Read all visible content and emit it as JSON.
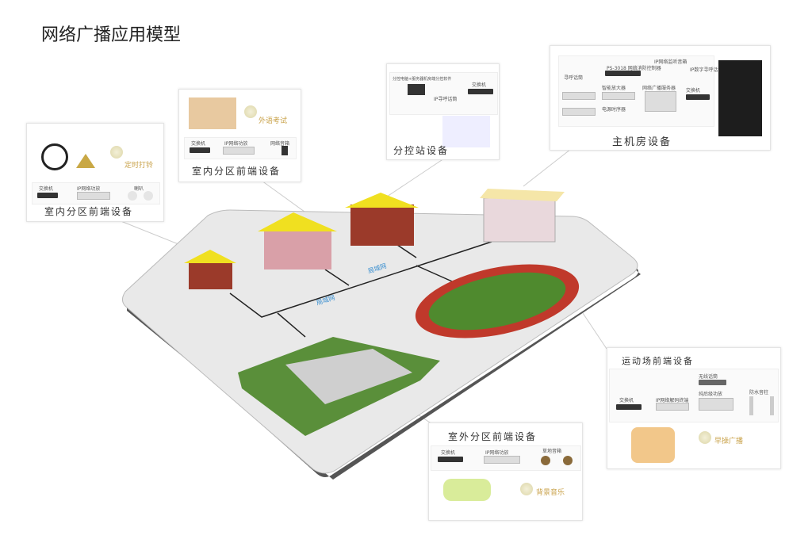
{
  "title": "网络广播应用模型",
  "panels": {
    "bell": {
      "caption": "室内分区前端设备",
      "tag": "定时打铃",
      "devices": [
        "交换机",
        "IP网络功放",
        "喇叭"
      ]
    },
    "exam": {
      "caption": "室内分区前端设备",
      "tag": "外语考试",
      "devices": [
        "交换机",
        "IP网络功放",
        "网络音箱"
      ]
    },
    "substation": {
      "caption": "分控站设备",
      "note": "分控电脑+服务器机房端分控软件",
      "devices": [
        "IP寻呼话筒",
        "交换机"
      ]
    },
    "main": {
      "caption": "主机房设备",
      "devices": [
        "寻呼话筒",
        "PS-3018 网络消防控制器",
        "IP网络监听音箱",
        "IP数字寻呼话筒",
        "智能放大器",
        "网络广播服务器",
        "电源时序器",
        "交换机"
      ]
    },
    "sports": {
      "caption": "运动场前端设备",
      "tag": "早操广播",
      "devices": [
        "无线话筒",
        "交换机",
        "IP网络解码终端",
        "纯后级功放",
        "防水音柱"
      ]
    },
    "outdoor": {
      "caption": "室外分区前端设备",
      "tag": "背景音乐",
      "devices": [
        "交换机",
        "IP网络功放",
        "草地音箱"
      ]
    }
  },
  "network_labels": [
    "局域网",
    "局域网"
  ],
  "colors": {
    "roof": "#f0e020",
    "wall": "#9b3a2a",
    "platform": "#e9e9e9",
    "track": "#c0392b",
    "field": "#4f8a2e"
  }
}
